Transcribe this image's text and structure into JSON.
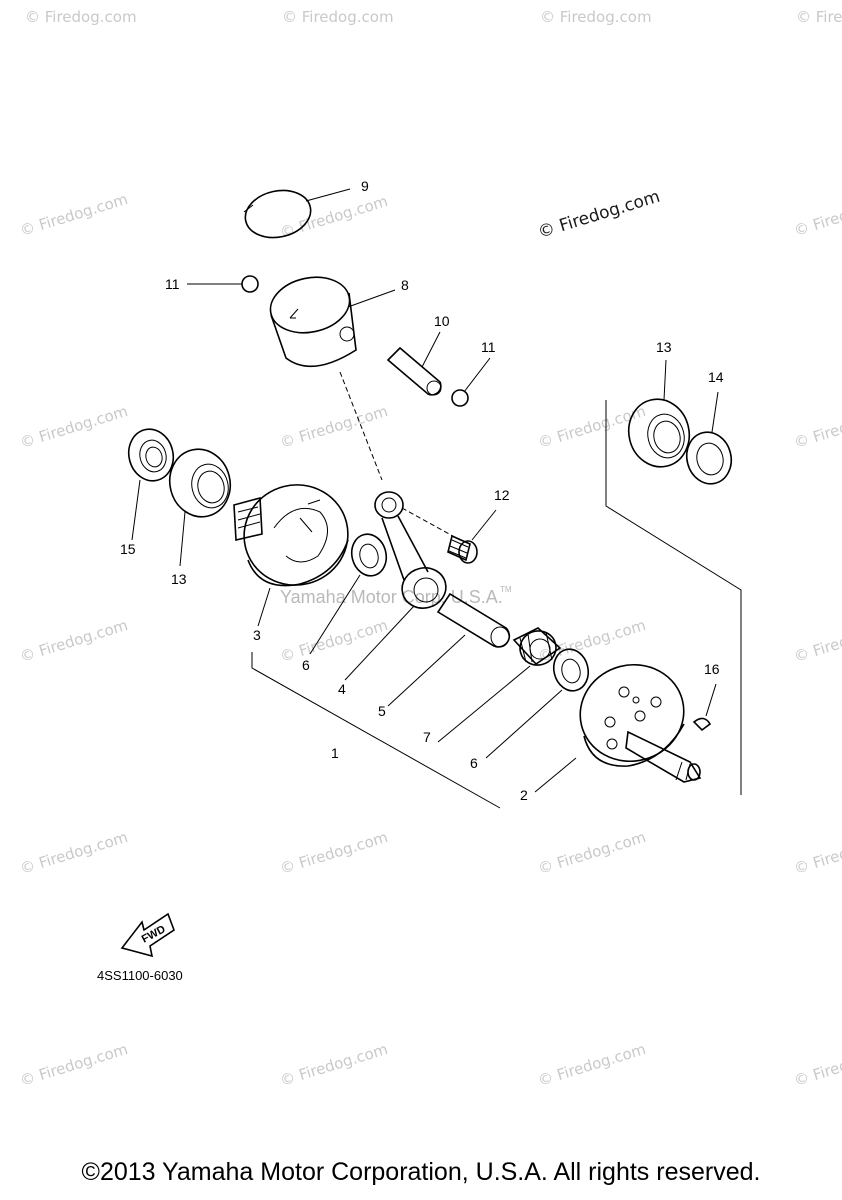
{
  "callouts": [
    "1",
    "2",
    "3",
    "4",
    "5",
    "6",
    "6",
    "7",
    "8",
    "9",
    "10",
    "11",
    "11",
    "12",
    "13",
    "13",
    "14",
    "15",
    "16"
  ],
  "watermark": "© Firedog.com",
  "brand_watermark": "Yamaha Motor Corp. U.S.A.",
  "brand_watermark_mark": "TM",
  "fwd_label": "FWD",
  "part_code": "4SS1100-6030",
  "copyright": "©2013 Yamaha Motor Corporation, U.S.A. All rights reserved."
}
